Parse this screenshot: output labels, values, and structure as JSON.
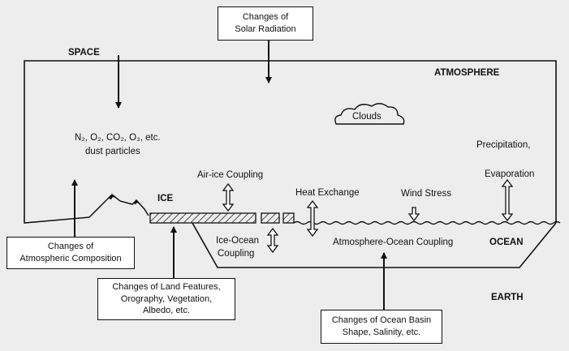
{
  "boxes": {
    "solar": [
      "Changes of",
      "Solar Radiation"
    ],
    "atmospheric": [
      "Changes of",
      "Atmospheric Composition"
    ],
    "land": [
      "Changes of Land Features,",
      "Orography, Vegetation,",
      "Albedo, etc."
    ],
    "ocean_basin": [
      "Changes of Ocean Basin",
      "Shape, Salinity, etc."
    ]
  },
  "labels": {
    "space": "SPACE",
    "atmosphere": "ATMOSPHERE",
    "clouds": "Clouds",
    "composition_line1": "N₂, O₂, CO₂, O₃, etc.",
    "composition_line2": "dust particles",
    "ice": "ICE",
    "air_ice": "Air-ice Coupling",
    "heat_exchange": "Heat Exchange",
    "wind_stress": "Wind Stress",
    "precipitation": "Precipitation,",
    "evaporation": "Evaporation",
    "ice_ocean_1": "Ice-Ocean",
    "ice_ocean_2": "Coupling",
    "atmosphere_ocean": "Atmosphere-Ocean Coupling",
    "ocean": "OCEAN",
    "earth": "EARTH"
  }
}
